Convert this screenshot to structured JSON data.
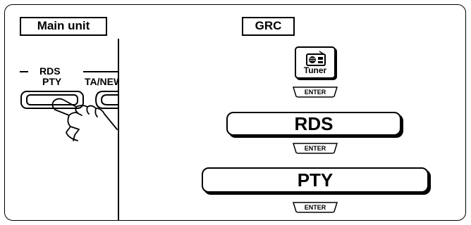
{
  "panels": {
    "main_unit_label": "Main unit",
    "grc_label": "GRC"
  },
  "main_unit": {
    "rds_label": "RDS",
    "pty_label": "PTY",
    "ta_news_label": "TA/NEW"
  },
  "grc": {
    "tuner_label": "Tuner",
    "enter_label": "ENTER",
    "rds_button_label": "RDS",
    "pty_button_label": "PTY"
  },
  "icons": {
    "tuner": "radio-icon",
    "hand": "pressing-hand-icon"
  }
}
